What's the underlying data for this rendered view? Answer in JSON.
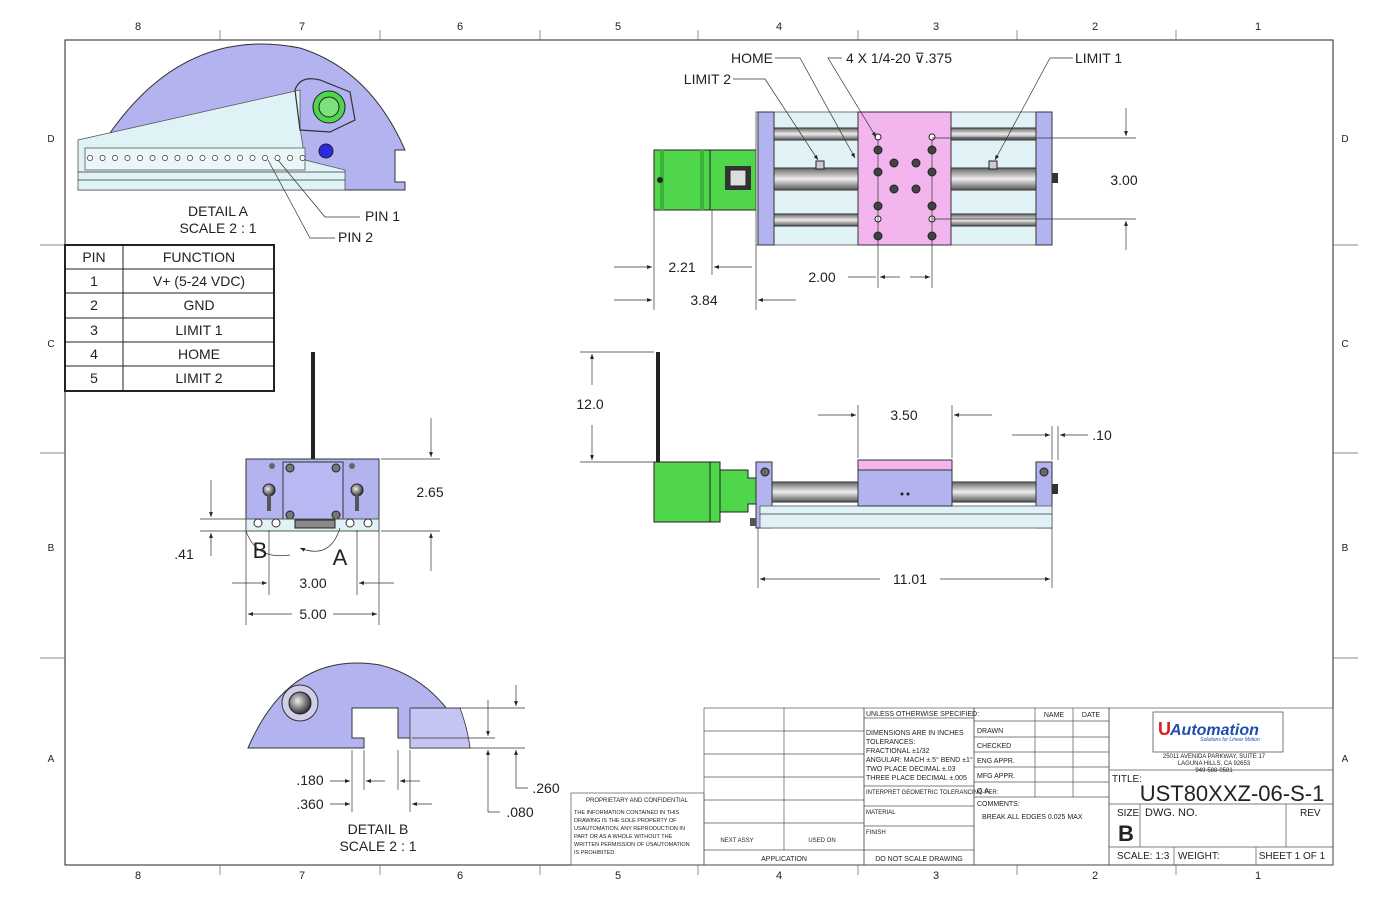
{
  "border": {
    "col_labels": [
      "8",
      "7",
      "6",
      "5",
      "4",
      "3",
      "2",
      "1"
    ],
    "row_labels": [
      "D",
      "C",
      "B",
      "A"
    ]
  },
  "detail_a": {
    "title": "DETAIL A",
    "scale": "SCALE 2 : 1",
    "pin1": "PIN 1",
    "pin2": "PIN 2"
  },
  "detail_b": {
    "title": "DETAIL B",
    "scale": "SCALE 2 : 1",
    "d180": ".180",
    "d360": ".360",
    "d260": ".260",
    "d080": ".080"
  },
  "pin_table": {
    "headers": [
      "PIN",
      "FUNCTION"
    ],
    "rows": [
      [
        "1",
        "V+ (5-24 VDC)"
      ],
      [
        "2",
        "GND"
      ],
      [
        "3",
        "LIMIT 1"
      ],
      [
        "4",
        "HOME"
      ],
      [
        "5",
        "LIMIT 2"
      ]
    ]
  },
  "top_view": {
    "home": "HOME",
    "limit1": "LIMIT 1",
    "limit2": "LIMIT 2",
    "holes": "4 X 1/4-20 ⊽.375",
    "d300": "3.00",
    "d221": "2.21",
    "d384": "3.84",
    "d200": "2.00"
  },
  "side_view": {
    "d120": "12.0",
    "d350": "3.50",
    "d010": ".10",
    "d1101": "11.01"
  },
  "end_view": {
    "d265": "2.65",
    "d041": ".41",
    "d300": "3.00",
    "d500": "5.00",
    "label_b": "B",
    "label_a": "A"
  },
  "title_block": {
    "unless": "UNLESS OTHERWISE SPECIFIED:",
    "tol_lines": [
      "DIMENSIONS ARE IN INCHES",
      "TOLERANCES:",
      "FRACTIONAL ±1/32",
      "ANGULAR: MACH ±.5° BEND ±1°",
      "TWO PLACE DECIMAL ±.03",
      "THREE PLACE DECIMAL ±.005"
    ],
    "interpret": "INTERPRET GEOMETRIC TOLERANCING PER:",
    "material": "MATERIAL",
    "finish": "FINISH",
    "do_not_scale": "DO NOT SCALE DRAWING",
    "next_assy": "NEXT ASSY",
    "used_on": "USED ON",
    "application": "APPLICATION",
    "name": "NAME",
    "date": "DATE",
    "rows": [
      "DRAWN",
      "CHECKED",
      "ENG APPR.",
      "MFG APPR.",
      "Q.A."
    ],
    "comments": "COMMENTS:",
    "comment_text": "BREAK ALL EDGES 0.025 MAX",
    "proprietary": "PROPRIETARY AND CONFIDENTIAL",
    "prop_lines": [
      "THE INFORMATION CONTAINED IN THIS",
      "DRAWING IS THE SOLE PROPERTY OF",
      "USAUTOMATION. ANY REPRODUCTION IN",
      "PART OR AS A WHOLE WITHOUT THE",
      "WRITTEN PERMISSION OF USAUTOMATION",
      "IS PROHIBITED."
    ],
    "logo_text": "Automation",
    "logo_u": "U",
    "logo_sub": "Solutions for Linear Motion",
    "address": [
      "25011 AVENIDA PARKWAY, SUITE 17",
      "LAGUNA HILLS, CA 92653",
      "949-588-0581"
    ],
    "title_label": "TITLE:",
    "title": "UST80XXZ-06-S-1",
    "size_label": "SIZE",
    "size": "B",
    "dwg_no": "DWG.  NO.",
    "rev": "REV",
    "scale": "SCALE: 1:3",
    "weight": "WEIGHT:",
    "sheet": "SHEET 1 OF 1"
  },
  "colors": {
    "lavender": "#b3b3f0",
    "pink": "#f2b5ee",
    "green": "#4fd64b",
    "rail": "#e0f2f6"
  }
}
